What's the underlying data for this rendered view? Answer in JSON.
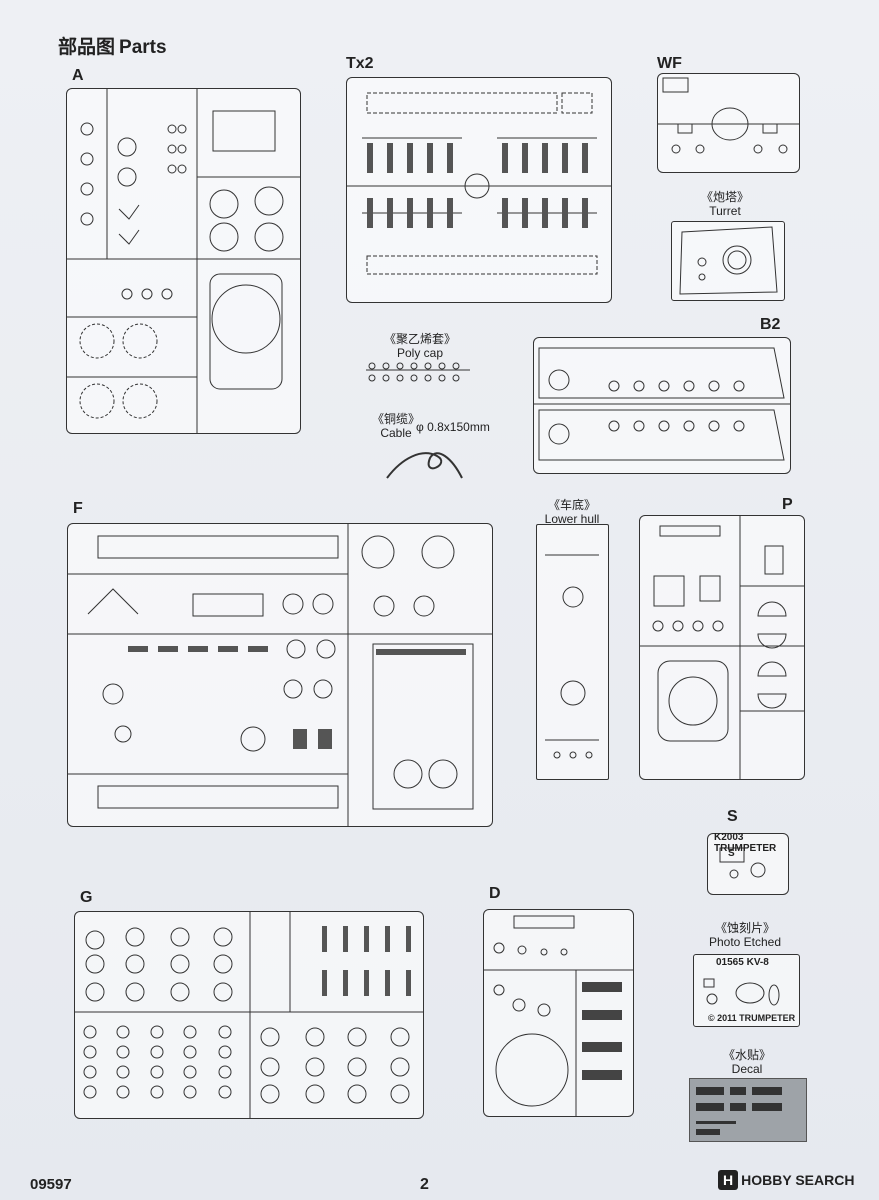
{
  "header": {
    "title_cn": "部品图",
    "title_en": "Parts"
  },
  "sprues": {
    "a": "A",
    "tx2": "Tx2",
    "wf": "WF",
    "b2": "B2",
    "f": "F",
    "p": "P",
    "s": "S",
    "g": "G",
    "d": "D"
  },
  "captions": {
    "turret_cn": "《炮塔》",
    "turret_en": "Turret",
    "polycap_cn": "《聚乙烯套》",
    "polycap_en": "Poly cap",
    "cable_cn": "《铜缆》",
    "cable_en": "Cable",
    "cable_spec": "φ 0.8x150mm",
    "lowerhull_cn": "《车底》",
    "lowerhull_en": "Lower hull",
    "pe_cn": "《蚀刻片》",
    "pe_en": "Photo Etched",
    "decal_cn": "《水贴》",
    "decal_en": "Decal"
  },
  "pe_plate": {
    "code": "01565",
    "name": "KV-8",
    "copyright": "© 2011 TRUMPETER"
  },
  "s_plate": {
    "brand": "K2003 TRUMPETER",
    "letter": "S"
  },
  "footer": {
    "code": "09597",
    "page": "2",
    "watermark_logo": "H",
    "watermark_text": "HOBBY SEARCH"
  }
}
